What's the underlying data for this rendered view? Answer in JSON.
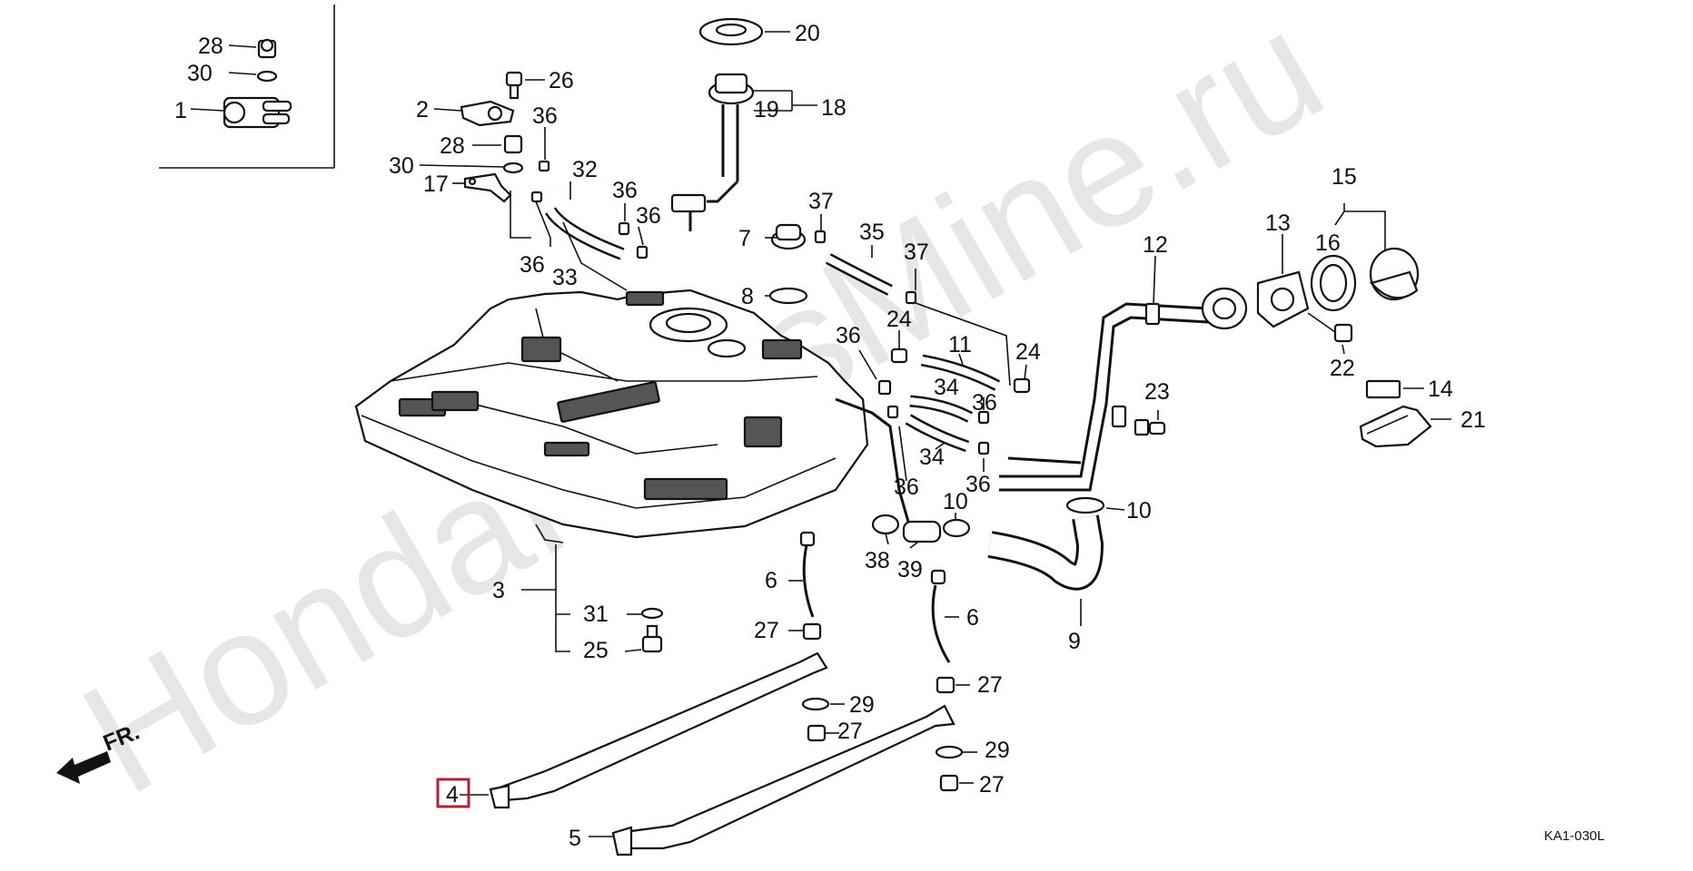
{
  "watermark": "HondaPartsMine.ru",
  "diagram_code": "KA1-030L",
  "front_arrow_label": "FR.",
  "highlighted_callout": "4",
  "callouts": [
    {
      "id": "c28a",
      "text": "28"
    },
    {
      "id": "c30a",
      "text": "30"
    },
    {
      "id": "c1",
      "text": "1"
    },
    {
      "id": "c26",
      "text": "26"
    },
    {
      "id": "c2",
      "text": "2"
    },
    {
      "id": "c36a",
      "text": "36"
    },
    {
      "id": "c28b",
      "text": "28"
    },
    {
      "id": "c30b",
      "text": "30"
    },
    {
      "id": "c17",
      "text": "17"
    },
    {
      "id": "c32",
      "text": "32"
    },
    {
      "id": "c36b",
      "text": "36"
    },
    {
      "id": "c36c",
      "text": "36"
    },
    {
      "id": "c36d",
      "text": "36"
    },
    {
      "id": "c33",
      "text": "33"
    },
    {
      "id": "c20",
      "text": "20"
    },
    {
      "id": "c19",
      "text": "19"
    },
    {
      "id": "c18",
      "text": "18"
    },
    {
      "id": "c37a",
      "text": "37"
    },
    {
      "id": "c7",
      "text": "7"
    },
    {
      "id": "c35",
      "text": "35"
    },
    {
      "id": "c37b",
      "text": "37"
    },
    {
      "id": "c8",
      "text": "8"
    },
    {
      "id": "c36e",
      "text": "36"
    },
    {
      "id": "c24a",
      "text": "24"
    },
    {
      "id": "c11",
      "text": "11"
    },
    {
      "id": "c24b",
      "text": "24"
    },
    {
      "id": "c34a",
      "text": "34"
    },
    {
      "id": "c36f",
      "text": "36"
    },
    {
      "id": "c34b",
      "text": "34"
    },
    {
      "id": "c36g",
      "text": "36"
    },
    {
      "id": "c36h",
      "text": "36"
    },
    {
      "id": "c12",
      "text": "12"
    },
    {
      "id": "c13",
      "text": "13"
    },
    {
      "id": "c15",
      "text": "15"
    },
    {
      "id": "c16",
      "text": "16"
    },
    {
      "id": "c22",
      "text": "22"
    },
    {
      "id": "c23",
      "text": "23"
    },
    {
      "id": "c14",
      "text": "14"
    },
    {
      "id": "c21",
      "text": "21"
    },
    {
      "id": "c10a",
      "text": "10"
    },
    {
      "id": "c10b",
      "text": "10"
    },
    {
      "id": "c38",
      "text": "38"
    },
    {
      "id": "c39",
      "text": "39"
    },
    {
      "id": "c9",
      "text": "9"
    },
    {
      "id": "c6a",
      "text": "6"
    },
    {
      "id": "c6b",
      "text": "6"
    },
    {
      "id": "c3",
      "text": "3"
    },
    {
      "id": "c31",
      "text": "31"
    },
    {
      "id": "c25",
      "text": "25"
    },
    {
      "id": "c27a",
      "text": "27"
    },
    {
      "id": "c27b",
      "text": "27"
    },
    {
      "id": "c29a",
      "text": "29"
    },
    {
      "id": "c27c",
      "text": "27"
    },
    {
      "id": "c29b",
      "text": "29"
    },
    {
      "id": "c27d",
      "text": "27"
    },
    {
      "id": "c4",
      "text": "4"
    },
    {
      "id": "c5",
      "text": "5"
    }
  ]
}
